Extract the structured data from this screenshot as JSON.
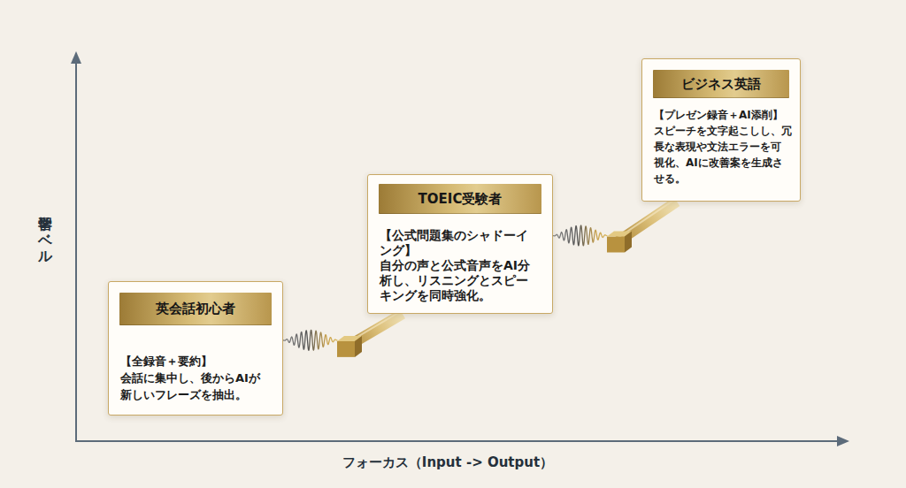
{
  "diagram": {
    "nodes": [
      {
        "text": [
          "英会話初心者",
          "【全録音＋要約】",
          "会話に集中し、後からAIが 新しいフレーズを抽出。"
        ]
      },
      {
        "text": [
          "TOEIC受験者",
          "【公式問題集のシャドーイ ング】",
          "自分の声と公式音声をAI分 析し、リスニングとスピー キングを同時強化。"
        ]
      },
      {
        "text": [
          "ビジネス英語",
          "【プレゼン録音＋AI添削】",
          "スピーチを文字起こしし、冗 長な表現や文法エラーを可 視化、AIに改善案を生成さ せる。"
        ]
      }
    ],
    "edges": [
      {
        "from": 0,
        "to": 1,
        "arrow": "none"
      },
      {
        "from": 1,
        "to": 2,
        "arrow": "none"
      }
    ],
    "labels": [
      "学習レベル",
      "フォーカス（Input -> Output）"
    ]
  }
}
